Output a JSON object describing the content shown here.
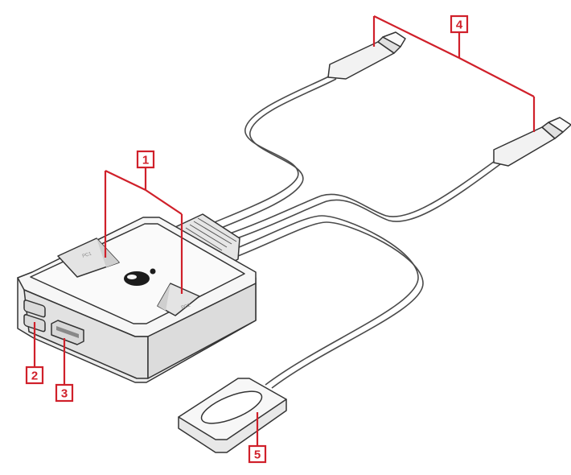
{
  "callouts": [
    {
      "label": "1"
    },
    {
      "label": "2"
    },
    {
      "label": "3"
    },
    {
      "label": "4"
    },
    {
      "label": "5"
    }
  ],
  "device": {
    "port_label_a": "PC1",
    "port_label_b": "PC2"
  },
  "colors": {
    "callout_red": "#d0202a",
    "outline": "#333333",
    "body_gray": "#f4f4f4"
  }
}
